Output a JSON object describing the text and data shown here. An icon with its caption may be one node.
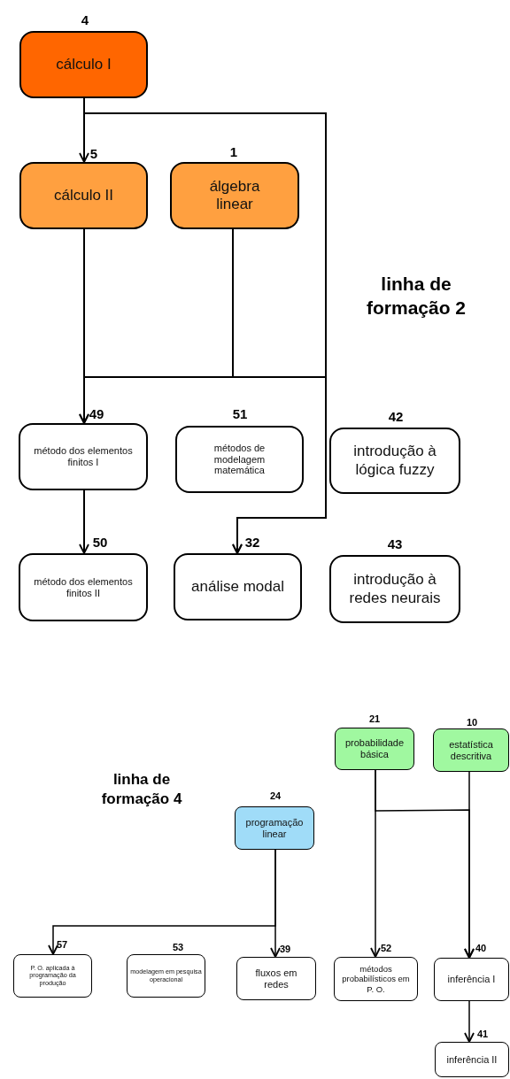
{
  "diagram": {
    "nodes": [
      {
        "text": [
          "cálculo I"
        ],
        "beside": [
          "4"
        ]
      },
      {
        "text": [
          "cálculo II"
        ],
        "beside": [
          "5"
        ]
      },
      {
        "text": [
          "álgebra linear"
        ],
        "beside": [
          "1"
        ]
      },
      {
        "text": [
          "método dos elementos finitos I"
        ],
        "beside": [
          "49"
        ]
      },
      {
        "text": [
          "métodos de modelagem matemática"
        ],
        "beside": [
          "51"
        ]
      },
      {
        "text": [
          "introdução à lógica fuzzy"
        ],
        "beside": [
          "42"
        ]
      },
      {
        "text": [
          "método dos elementos finitos II"
        ],
        "beside": [
          "50"
        ]
      },
      {
        "text": [
          "análise modal"
        ],
        "beside": [
          "32"
        ]
      },
      {
        "text": [
          "introdução à redes neurais"
        ],
        "beside": [
          "43"
        ]
      },
      {
        "text": [
          "probabilidade básica"
        ],
        "beside": [
          "21"
        ]
      },
      {
        "text": [
          "estatística descritiva"
        ],
        "beside": [
          "10"
        ]
      },
      {
        "text": [
          "programação linear"
        ],
        "beside": [
          "24"
        ]
      },
      {
        "text": [
          "P. O. aplicada à programação da produção"
        ],
        "beside": [
          "57"
        ]
      },
      {
        "text": [
          "modelagem em pesquisa operacional"
        ],
        "beside": [
          "53"
        ]
      },
      {
        "text": [
          "fluxos em redes"
        ],
        "beside": [
          "39"
        ]
      },
      {
        "text": [
          "métodos probabilísticos em P. O."
        ],
        "beside": [
          "52"
        ]
      },
      {
        "text": [
          "inferência I"
        ],
        "beside": [
          "40"
        ]
      },
      {
        "text": [
          "inferência II"
        ],
        "beside": [
          "41"
        ]
      }
    ],
    "edges": [
      {
        "from": 0,
        "to": 1,
        "arrow": "to"
      },
      {
        "from": 0,
        "to": 7,
        "arrow": "to"
      },
      {
        "from": 1,
        "to": 3,
        "arrow": "to"
      },
      {
        "from": 2,
        "to": 3,
        "arrow": "to"
      },
      {
        "from": 2,
        "to": 7,
        "arrow": "to"
      },
      {
        "from": 3,
        "to": 6,
        "arrow": "to"
      },
      {
        "from": 11,
        "to": 14,
        "arrow": "to"
      },
      {
        "from": 11,
        "to": 12,
        "arrow": "to"
      },
      {
        "from": 9,
        "to": 15,
        "arrow": "to"
      },
      {
        "from": 9,
        "to": 16,
        "arrow": "to"
      },
      {
        "from": 10,
        "to": 16,
        "arrow": "to"
      },
      {
        "from": 16,
        "to": 17,
        "arrow": "to"
      }
    ],
    "labels": [
      "linha de formação 2",
      "linha de formação 4"
    ]
  }
}
